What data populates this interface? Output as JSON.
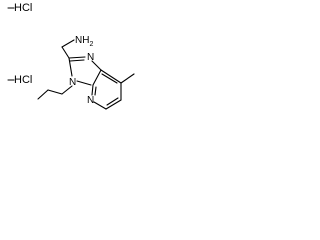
{
  "salt_labels": [
    {
      "id": "hcl-top",
      "text": "HCl"
    },
    {
      "id": "hcl-bottom",
      "text": "HCl"
    }
  ],
  "atom_labels": {
    "amine": "NH",
    "amine_subscript": "2",
    "n_imidazole_top": "N",
    "n_imidazole_bottom": "N",
    "n_pyridine": "N"
  },
  "colors": {
    "bond": "#000000",
    "text": "#000000",
    "background": "#ffffff"
  }
}
